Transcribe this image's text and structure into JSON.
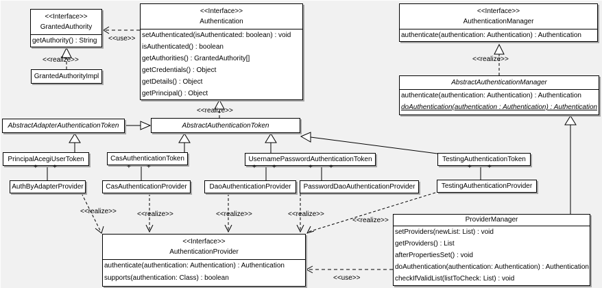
{
  "diagram": {
    "background_color": "#f1f1f1",
    "box_fill": "#ffffff",
    "border_color": "#000000",
    "shadow_color": "#a6a6a6"
  },
  "labels": {
    "plus": "+",
    "use": "<<use>>",
    "realize": "<<realize>>"
  },
  "classes": {
    "granted_authority": {
      "stereotype": "<<Interface>>",
      "name": "GrantedAuthority",
      "methods": [
        "getAuthority() : String"
      ]
    },
    "granted_authority_impl": {
      "name": "GrantedAuthorityImpl"
    },
    "authentication": {
      "stereotype": "<<Interface>>",
      "name": "Authentication",
      "methods": [
        "setAuthenticated(isAuthenticated: boolean) : void",
        "isAuthenticated() : boolean",
        "getAuthorities() : GrantedAuthority[]",
        "getCredentials() : Object",
        "getDetails() : Object",
        "getPrincipal() : Object"
      ]
    },
    "authentication_manager": {
      "stereotype": "<<Interface>>",
      "name": "AuthenticationManager",
      "methods": [
        "authenticate(authentication: Authentication) : Authentication"
      ]
    },
    "abstract_authentication_manager": {
      "name": "AbstractAuthenticationManager",
      "methods": [
        "authenticate(authentication: Authentication) : Authentication",
        "doAuthentication(authentication : Authentication) : Authentication"
      ]
    },
    "abstract_adapter_authentication_token": {
      "name": "AbstractAdapterAuthenticationToken"
    },
    "abstract_authentication_token": {
      "name": "AbstractAuthenticationToken"
    },
    "principal_acegi_user_token": {
      "name": "PrincipalAcegiUserToken"
    },
    "cas_authentication_token": {
      "name": "CasAuthenticationToken"
    },
    "username_password_authentication_token": {
      "name": "UsernamePasswordAuthenticationToken"
    },
    "testing_authentication_token": {
      "name": "TestingAuthenticationToken"
    },
    "auth_by_adapter_provider": {
      "name": "AuthByAdapterProvider"
    },
    "cas_authentication_provider": {
      "name": "CasAuthenticationProvider"
    },
    "dao_authentication_provider": {
      "name": "DaoAuthenticationProvider"
    },
    "password_dao_authentication_provider": {
      "name": "PasswordDaoAuthenticationProvider"
    },
    "testing_authentication_provider": {
      "name": "TestingAuthenticationProvider"
    },
    "authentication_provider": {
      "stereotype": "<<Interface>>",
      "name": "AuthenticationProvider",
      "methods": [
        "authenticate(authentication: Authentication) : Authentication",
        "supports(authentication: Class) : boolean"
      ]
    },
    "provider_manager": {
      "name": "ProviderManager",
      "methods": [
        "setProviders(newList: List) : void",
        "getProviders() : List",
        "afterPropertiesSet() : void",
        "doAuthentication(authentication: Authentication) : Authentication",
        "checkIfValidList(listToCheck: List) : void"
      ]
    }
  }
}
